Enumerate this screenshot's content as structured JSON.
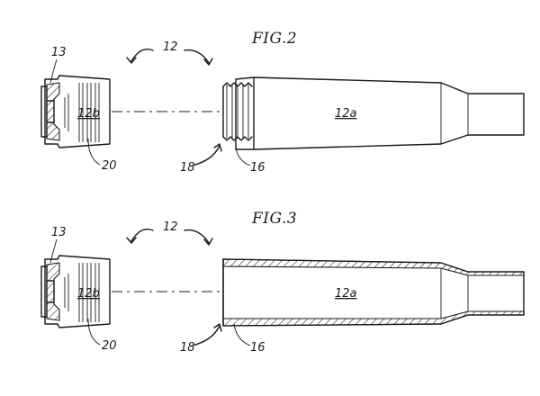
{
  "figures": [
    {
      "title": "FIG.2",
      "labels": {
        "assembly": "12",
        "base_cap": "13",
        "base_part": "12b",
        "body_part": "12a",
        "inner_feature": "20",
        "thread": "16",
        "end": "18"
      }
    },
    {
      "title": "FIG.3",
      "labels": {
        "assembly": "12",
        "base_cap": "13",
        "base_part": "12b",
        "body_part": "12a",
        "inner_feature": "20",
        "thread": "16",
        "end": "18"
      }
    }
  ]
}
